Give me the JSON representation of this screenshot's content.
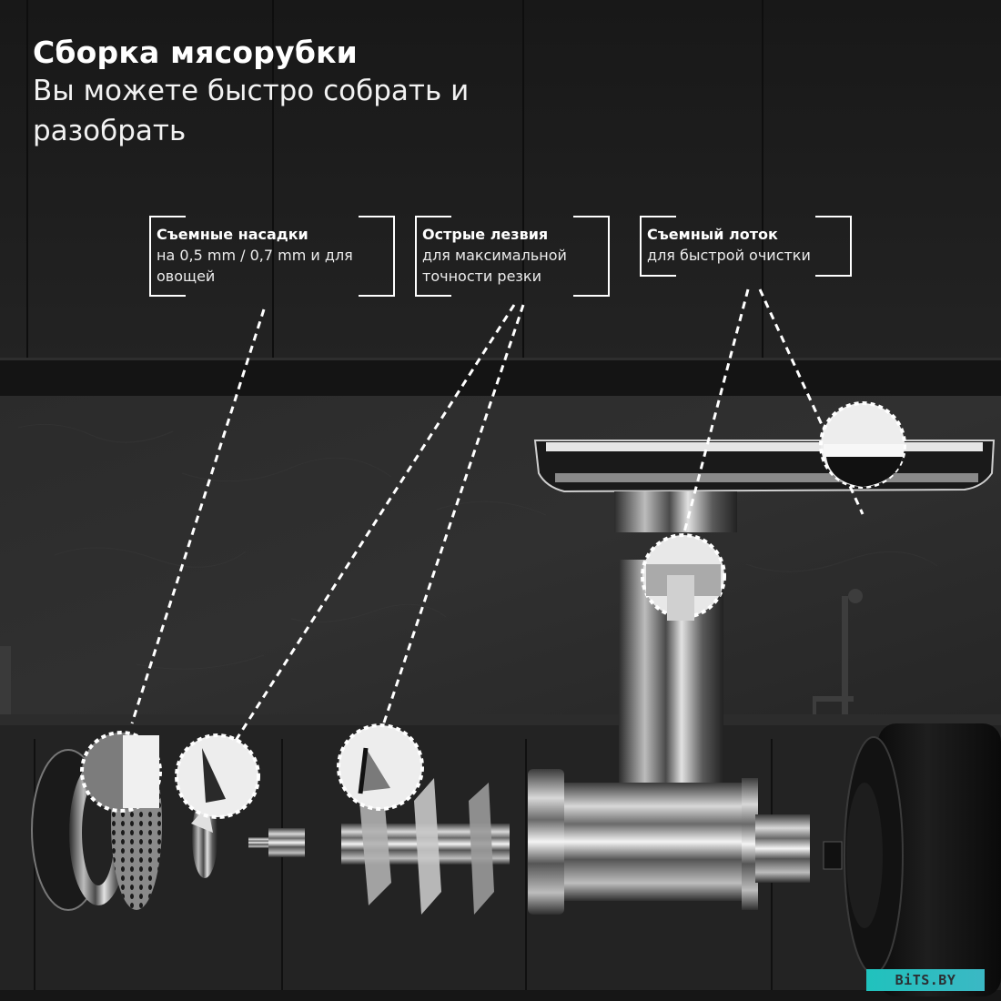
{
  "header": {
    "title": "Сборка мясорубки",
    "subtitle": "Вы можете быстро собрать и разобрать"
  },
  "callouts": [
    {
      "title": "Съемные насадки",
      "text": "на 0,5 mm / 0,7 mm и для овощей"
    },
    {
      "title": "Острые лезвия",
      "text": "для максимальной точности резки"
    },
    {
      "title": "Съемный лоток",
      "text": "для быстрой очистки"
    }
  ],
  "watermark": {
    "label": "BiTS.BY"
  },
  "colors": {
    "background": "#1c1c1c",
    "backsplash": "#2a2a2a",
    "counter": "#262626",
    "text": "#ffffff",
    "watermark": "#20c2bd",
    "callout_dash": "#ffffff"
  },
  "parts": [
    {
      "name": "ring-nut"
    },
    {
      "name": "perforated-discs"
    },
    {
      "name": "cutting-blade"
    },
    {
      "name": "coupling-pin"
    },
    {
      "name": "auger-screw"
    },
    {
      "name": "grinder-head"
    },
    {
      "name": "feeding-tray"
    },
    {
      "name": "motor-unit"
    }
  ]
}
